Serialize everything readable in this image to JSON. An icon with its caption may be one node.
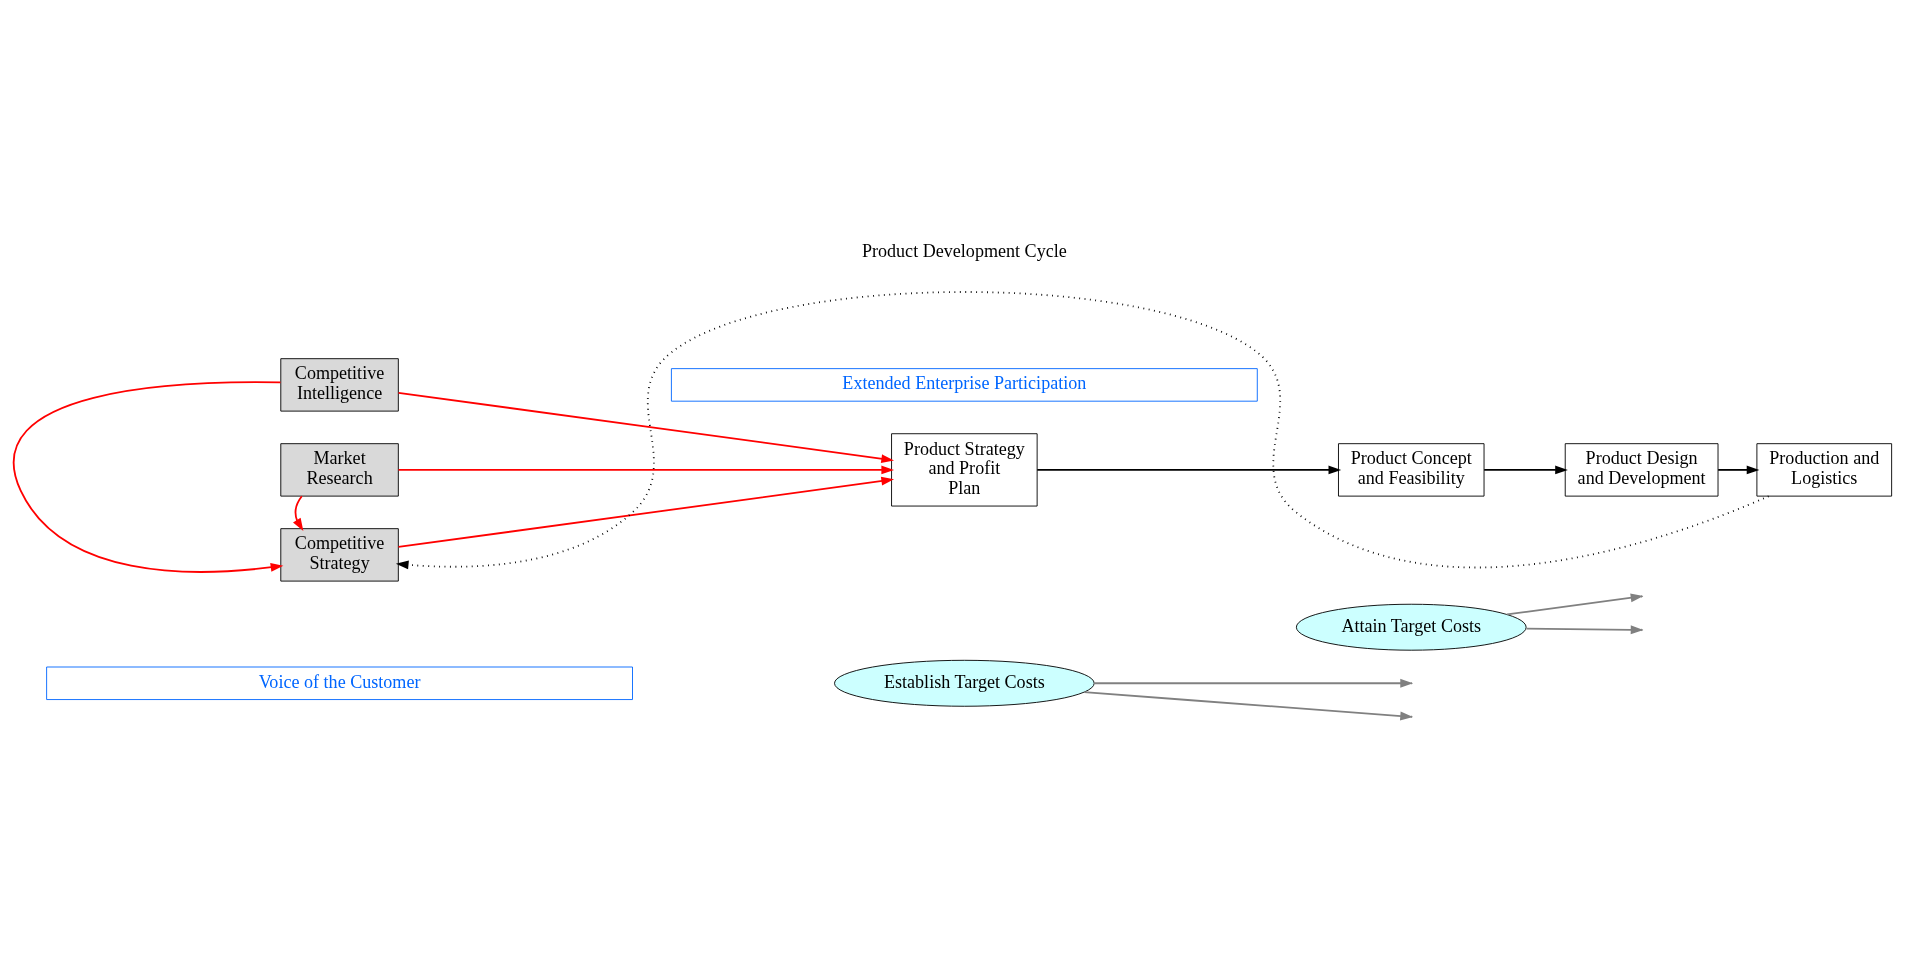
{
  "diagram": {
    "nodes": [
      {
        "text": [
          "Voice of the Customer"
        ]
      },
      {
        "text": [
          "Establish Target Costs"
        ]
      },
      {
        "text": [
          "Attain Target Costs"
        ]
      },
      {
        "text": [
          "Market Research"
        ]
      },
      {
        "text": [
          "Competitive Strategy"
        ]
      },
      {
        "text": [
          "Product Strategy and Profit Plan"
        ]
      },
      {
        "text": [
          "Product Concept and Feasibility"
        ]
      },
      {
        "text": [
          "Product Design and Development"
        ]
      },
      {
        "text": [
          "Production and Logistics"
        ]
      },
      {
        "text": [
          "Competitive Intelligence"
        ]
      },
      {
        "text": [
          "Extended Enterprise Participation"
        ]
      }
    ],
    "edges": [
      {
        "from": 1,
        "to": null,
        "arrow": "to",
        "color": "#808080"
      },
      {
        "from": 1,
        "to": null,
        "arrow": "to",
        "color": "#808080"
      },
      {
        "from": 2,
        "to": null,
        "arrow": "to",
        "color": "#808080"
      },
      {
        "from": 2,
        "to": null,
        "arrow": "to",
        "color": "#808080"
      },
      {
        "from": 3,
        "to": 5,
        "arrow": "to"
      },
      {
        "from": 3,
        "to": 4,
        "arrow": "to"
      },
      {
        "from": 4,
        "to": 5,
        "arrow": "to"
      },
      {
        "from": 9,
        "to": 4,
        "arrow": "to"
      },
      {
        "from": 9,
        "to": 5,
        "arrow": "to"
      },
      {
        "from": 5,
        "to": 6,
        "arrow": "to",
        "color": "#000000"
      },
      {
        "from": 6,
        "to": 7,
        "arrow": "to",
        "color": "#000000"
      },
      {
        "from": 7,
        "to": 8,
        "arrow": "to",
        "color": "#000000"
      },
      {
        "from": 8,
        "to": 4,
        "arrow": "to",
        "style": "dashed",
        "color": "#000000"
      }
    ],
    "labels": [
      "Product Development Cycle"
    ]
  }
}
